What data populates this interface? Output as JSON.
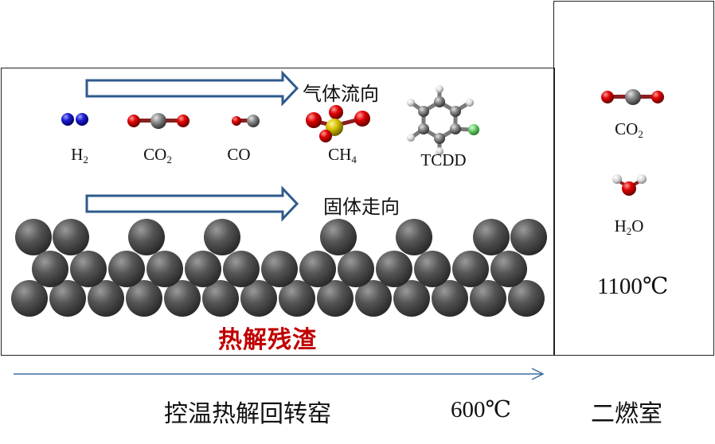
{
  "kiln": {
    "gas_flow_label": "气体流向",
    "solid_flow_label": "固体走向",
    "residue_label": "热解残渣",
    "molecules": [
      {
        "id": "h2",
        "name": "H",
        "sub": "2"
      },
      {
        "id": "co2",
        "name": "CO",
        "sub": "2"
      },
      {
        "id": "co",
        "name": "CO",
        "sub": ""
      },
      {
        "id": "ch4",
        "name": "CH",
        "sub": "4"
      },
      {
        "id": "tcdd",
        "name": "TCDD",
        "sub": ""
      }
    ]
  },
  "combustion_chamber": {
    "molecules": [
      {
        "id": "co2",
        "name": "CO",
        "sub": "2"
      },
      {
        "id": "h2o",
        "pre": "H",
        "sub": "2",
        "post": "O"
      }
    ],
    "temperature": "1100℃"
  },
  "bottom": {
    "kiln_title": "控温热解回转窑",
    "kiln_temperature": "600℃",
    "chamber_title": "二燃室"
  },
  "colors": {
    "arrow_outline": "#2f5a8c",
    "residue_text": "#c00000",
    "particle": "#4a4a4a",
    "oxygen": "#e00000",
    "carbon": "#808080",
    "hydrogen": "#2020d0",
    "sulfur": "#d9c200",
    "fluorine": "#66cc66"
  }
}
